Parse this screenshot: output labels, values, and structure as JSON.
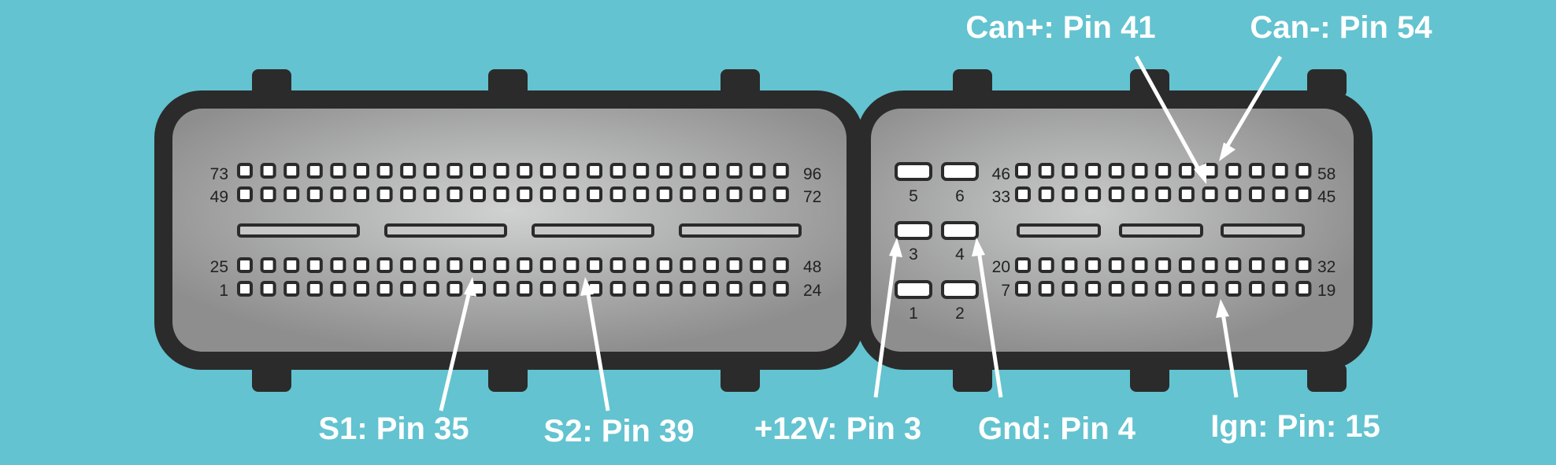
{
  "left_connector": {
    "pin_rows": [
      {
        "start_label": "73",
        "end_label": "96"
      },
      {
        "start_label": "49",
        "end_label": "72"
      },
      {
        "start_label": "25",
        "end_label": "48"
      },
      {
        "start_label": "1",
        "end_label": "24"
      }
    ]
  },
  "right_connector": {
    "pin_rows": [
      {
        "start_label": "46",
        "end_label": "58"
      },
      {
        "start_label": "33",
        "end_label": "45"
      },
      {
        "start_label": "20",
        "end_label": "32"
      },
      {
        "start_label": "7",
        "end_label": "19"
      }
    ],
    "power_pins": [
      "1",
      "2",
      "3",
      "4",
      "5",
      "6"
    ]
  },
  "callouts": {
    "s1": "S1: Pin 35",
    "s2": "S2: Pin 39",
    "v12": "+12V: Pin 3",
    "gnd": "Gnd: Pin 4",
    "ign": "Ign: Pin: 15",
    "can_plus": "Can+: Pin 41",
    "can_minus": "Can-: Pin 54"
  },
  "colors": {
    "background": "#63c3d0",
    "housing": "#2b2b2b",
    "face": "#a8a8a8",
    "callout": "#ffffff"
  }
}
